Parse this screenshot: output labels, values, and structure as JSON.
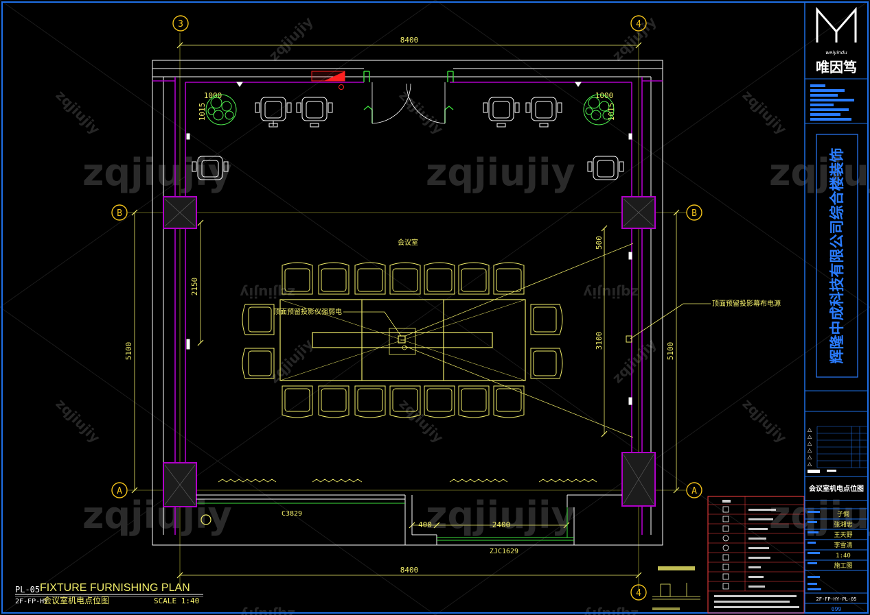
{
  "grid": {
    "col_left": "3",
    "col_right": "4",
    "row_top": "B",
    "row_bottom": "A"
  },
  "dimensions": {
    "top_width": "8400",
    "bottom_width": "8400",
    "left_height": "5100",
    "right_height": "5100",
    "left_inner": "2150",
    "right_upper": "500",
    "right_inner": "3100",
    "plant_w_left": "1000",
    "plant_h_left": "1015",
    "plant_w_right": "1000",
    "plant_h_right": "1015",
    "bottom_seg1": "400",
    "bottom_seg2": "2400"
  },
  "labels": {
    "room_name": "会议室",
    "projector_signal": "顶面预留投影仪强弱电",
    "screen_power": "顶面预留投影幕布电源",
    "window_code": "C3829",
    "fixed_window_code": "ZJC1629",
    "watermark": "zqjiujiy"
  },
  "title_block": {
    "drawing_no": "PL-05",
    "title_en": "FIXTURE FURNISHING PLAN",
    "sub_code": "2F-FP-HY",
    "title_cn": "会议室机电点位图",
    "scale": "SCALE 1:40"
  },
  "side_panel": {
    "brand_name": "唯因笃",
    "brand_sub": "weiyindu",
    "project_name": "辉隆中成科技有限公司综合楼装饰",
    "drawing_name": "会议室机电点位图",
    "names": [
      "子惆",
      "张湘忠",
      "王天野",
      "李雪清"
    ],
    "scale": "1:40",
    "stage": "施工图",
    "drawing_code": "2F-FP-HY-PL-05",
    "page": "099"
  },
  "colors": {
    "background": "#000000",
    "frame_blue": "#1e6fe6",
    "wall": "#ffffff",
    "column": "#b000c8",
    "furniture": "#f2ee6a",
    "dimension": "#f2ee6a",
    "grid_bubble": "#f2c21a",
    "door_green": "#3ce03c",
    "plant_green": "#4ff04f",
    "accent_red": "#ff2020",
    "project_blue": "#2a7cff"
  }
}
